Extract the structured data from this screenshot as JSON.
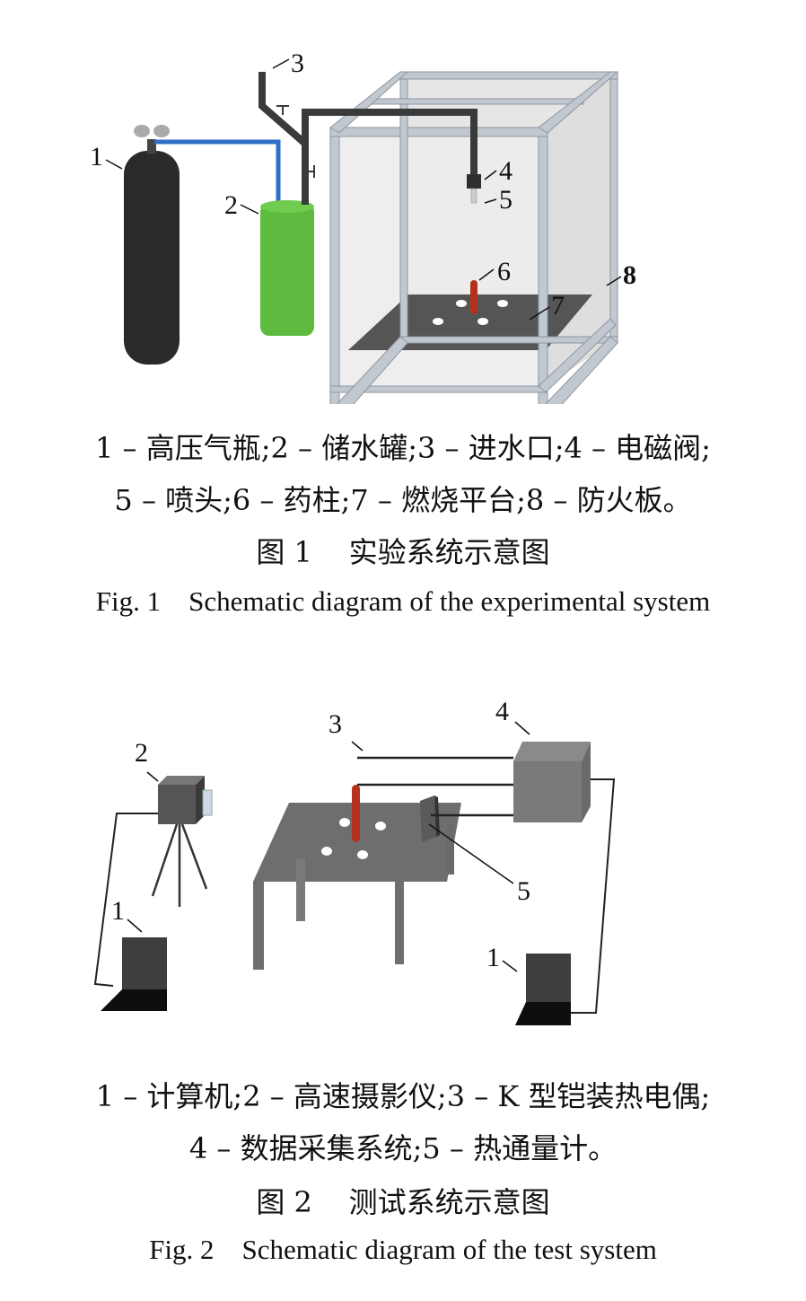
{
  "figure1": {
    "labels": [
      "1",
      "2",
      "3",
      "4",
      "5",
      "6",
      "7",
      "8"
    ],
    "legend_line1": "1 – 高压气瓶;2 – 储水罐;3 – 进水口;4 – 电磁阀;",
    "legend_line2": "5 – 喷头;6 – 药柱;7 – 燃烧平台;8 – 防火板。",
    "caption_cn": "图 1    实验系统示意图",
    "caption_en": "Fig. 1    Schematic diagram of the experimental system"
  },
  "figure2": {
    "labels": [
      "1",
      "2",
      "3",
      "4",
      "5",
      "1"
    ],
    "legend_line1": "1 – 计算机;2 – 高速摄影仪;3 – K 型铠装热电偶;",
    "legend_line2": "4 – 数据采集系统;5 – 热通量计。",
    "caption_cn": "图 2    测试系统示意图",
    "caption_en": "Fig. 2    Schematic diagram of the test system"
  },
  "colors": {
    "cylinder": "#2a2a2a",
    "water_tank": "#5dbb3f",
    "pipe_blue": "#2e6fc7",
    "pipe_dark": "#3a3a3a",
    "frame": "#b8bfc8",
    "fire_board": "#e3e3e3",
    "platform": "#5a5a5a",
    "charge": "#b2321e",
    "device_grey": "#6b6b6b"
  }
}
